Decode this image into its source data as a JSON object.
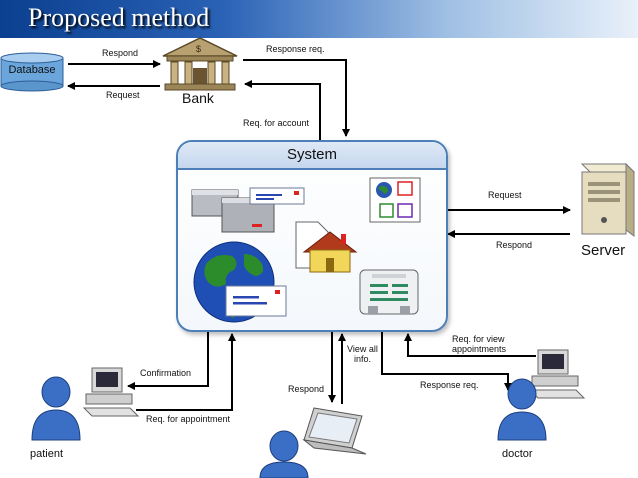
{
  "header": {
    "title": "Proposed method"
  },
  "nodes": {
    "database": "Database",
    "bank": "Bank",
    "system": "System",
    "server": "Server",
    "patient": "patient",
    "doctor": "doctor"
  },
  "edges": {
    "bank_to_db_respond": "Respond",
    "db_to_bank_request": "Request",
    "bank_response_req": "Response req.",
    "req_for_account": "Req. for account",
    "server_request": "Request",
    "server_respond": "Respond",
    "confirmation": "Confirmation",
    "req_for_appointment": "Req. for appointment",
    "respond_bottom": "Respond",
    "view_all_info_1": "View all",
    "view_all_info_2": "info.",
    "req_for_view_1": "Req. for view",
    "req_for_view_2": "appointments",
    "response_req_doctor": "Response req."
  },
  "colors": {
    "accent": "#0b3f8f",
    "line": "#000000",
    "system_border": "#4d7fb8"
  }
}
